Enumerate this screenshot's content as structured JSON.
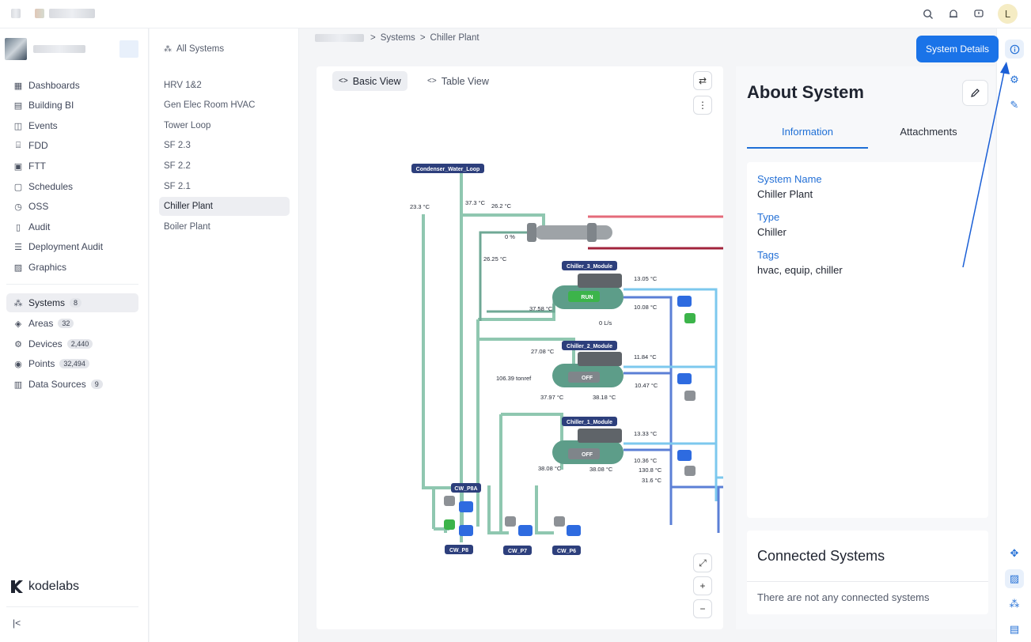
{
  "nav": {
    "items": [
      {
        "label": "Dashboards",
        "icon": "grid-icon"
      },
      {
        "label": "Building BI",
        "icon": "chart-icon"
      },
      {
        "label": "Events",
        "icon": "bell-icon"
      },
      {
        "label": "FDD",
        "icon": "fdd-icon"
      },
      {
        "label": "FTT",
        "icon": "clipboard-icon"
      },
      {
        "label": "Schedules",
        "icon": "calendar-icon"
      },
      {
        "label": "OSS",
        "icon": "clock-icon"
      },
      {
        "label": "Audit",
        "icon": "file-icon"
      },
      {
        "label": "Deployment Audit",
        "icon": "list-icon"
      },
      {
        "label": "Graphics",
        "icon": "image-icon"
      }
    ],
    "systems": {
      "label": "Systems",
      "count": "8"
    },
    "areas": {
      "label": "Areas",
      "count": "32"
    },
    "devices": {
      "label": "Devices",
      "count": "2,440"
    },
    "points": {
      "label": "Points",
      "count": "32,494"
    },
    "data_sources": {
      "label": "Data Sources",
      "count": "9"
    },
    "logo": "kodelabs"
  },
  "systems_list": {
    "all_label": "All Systems",
    "items": [
      "HRV 1&2",
      "Gen Elec Room HVAC",
      "Tower Loop",
      "SF 2.3",
      "SF 2.2",
      "SF 2.1",
      "Chiller Plant",
      "Boiler Plant"
    ],
    "selected": "Chiller Plant"
  },
  "breadcrumb": {
    "items": [
      "Systems",
      "Chiller Plant"
    ],
    "separator": ">"
  },
  "canvas": {
    "tabs": {
      "basic": "Basic View",
      "table": "Table View"
    },
    "diagram": {
      "loop_label": "Condenser_Water_Loop",
      "temps": {
        "t1": "23.3 °C",
        "t2": "37.3 °C",
        "t3": "26.2 °C",
        "t4": "26.25 °C",
        "valve": "0 %",
        "c3_in": "13.05 °C",
        "c3_out": "10.08 °C",
        "c3_cond": "37.58 °C",
        "flow": "0 L/s",
        "c2_cond_in": "27.08 °C",
        "c2_in": "11.84 °C",
        "c2_out": "10.47 °C",
        "c2_load": "106.39 tonref",
        "c2_a": "37.97 °C",
        "c2_b": "38.18 °C",
        "c1_in": "13.33 °C",
        "c1_out": "10.36 °C",
        "c1_a": "38.08 °C",
        "c1_b": "38.08 °C",
        "c1_c": "130.8 °C",
        "c1_d": "31.6 °C"
      },
      "chillers": [
        {
          "name": "Chiller_3_Module",
          "status": "RUN"
        },
        {
          "name": "Chiller_2_Module",
          "status": "OFF"
        },
        {
          "name": "Chiller_1_Module",
          "status": "OFF"
        }
      ],
      "pumps": [
        "CW_P8A",
        "CW_P8",
        "CW_P7",
        "CW_P6"
      ]
    }
  },
  "details": {
    "title": "About System",
    "tabs": {
      "information": "Information",
      "attachments": "Attachments"
    },
    "fields": [
      {
        "label": "System Name",
        "value": "Chiller Plant"
      },
      {
        "label": "Type",
        "value": "Chiller"
      },
      {
        "label": "Tags",
        "value": "hvac, equip, chiller"
      }
    ],
    "connected": {
      "title": "Connected Systems",
      "empty": "There are not any connected systems"
    }
  },
  "tooltip": "System Details",
  "user": {
    "initial": "L"
  },
  "colors": {
    "accent": "#1e6fd6",
    "run": "#3cb44a",
    "off": "#9a9ea6",
    "pipe_green": "#8fc7b0",
    "pipe_blue": "#5b7fd6",
    "pipe_red": "#d94b5e"
  }
}
